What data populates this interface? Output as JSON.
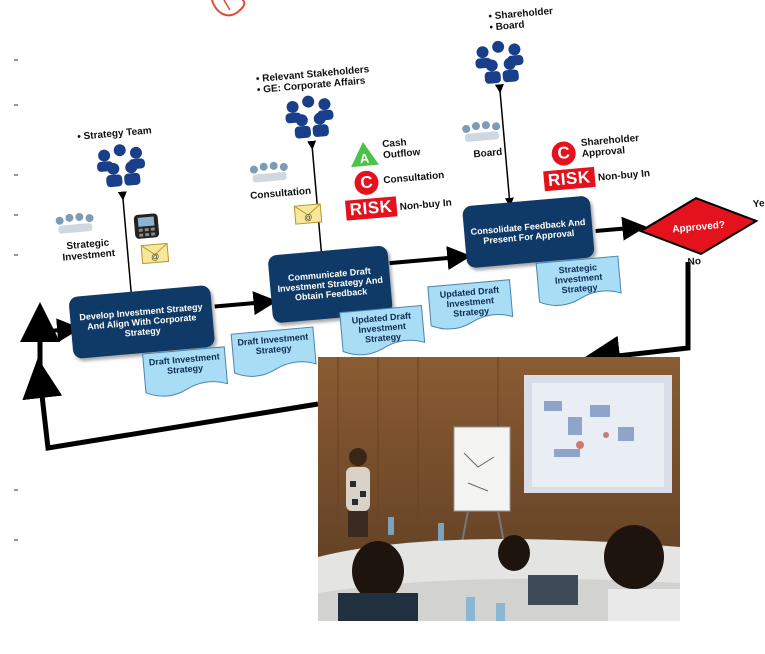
{
  "diagram": {
    "stakeholders": {
      "strategy": "Strategy Team",
      "relevant": [
        "Relevant Stakeholders",
        "GE: Corporate Affairs"
      ],
      "shareholder": [
        "Shareholder",
        "Board"
      ]
    },
    "processes": [
      "Develop Investment Strategy And Align With Corporate Strategy",
      "Communicate Draft Investment Strategy And Obtain Feedback",
      "Consolidate Feedback And Present For Approval"
    ],
    "documents": [
      "Draft Investment Strategy",
      "Draft Investment Strategy",
      "Updated Draft Investment Strategy",
      "Updated Draft Investment Strategy",
      "Strategic Investment Strategy"
    ],
    "meetings": [
      "Strategic Investment",
      "Consultation",
      "Board"
    ],
    "indicators": {
      "a_letter": "A",
      "a_label": "Cash Outflow",
      "c_letter": "C",
      "c1_label": "Consultation",
      "c2_label": "Shareholder Approval",
      "risk": "RISK",
      "risk_label": "Non-buy In"
    },
    "decision": {
      "label": "Approved?",
      "yes": "Yes",
      "no": "No"
    }
  },
  "colors": {
    "process": "#0f3a67",
    "document": "#a9dcf5",
    "risk": "#e3121d",
    "amber": "#4dc24a",
    "flow": "#000000"
  }
}
